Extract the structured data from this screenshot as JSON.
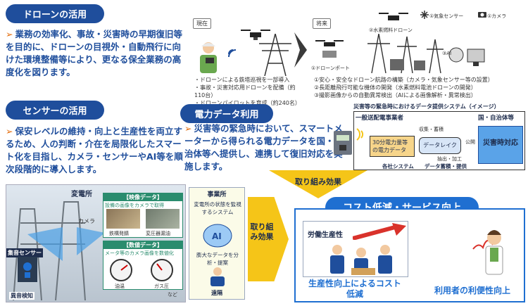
{
  "drone": {
    "heading": "ドローンの活用",
    "text": "業務の効率化、事故・災害時の早期復旧等を目的に、ドローンの目視外・自動飛行に向けた環境整備等により、更なる保全業務の高度化を図ります。",
    "now_label": "現在",
    "future_label": "将来",
    "now_items": [
      "・ドローンによる鉄塔巡視を一部導入",
      "・事故・災害対応用ドローンを配備（約110台）",
      "・ドローンパイロットを育成（約240名）"
    ],
    "future_items": [
      "①安心・安全なドローン航路の構築（カメラ・気象センサー等の設置）",
      "②長距離飛行可能な機体の開発（水素燃料電池ドローンの開発）",
      "③撮影画像からの自動異常検出（AIによる画像解析・異常検出）"
    ],
    "labels": {
      "hydrogen": "②水素燃料ドローン",
      "weather": "①気象センサー",
      "camera": "①カメラ",
      "port": "①ドローンポート",
      "ai": "③AI"
    }
  },
  "sensor": {
    "heading": "センサーの活用",
    "text": "保安レベルの維持・向上と生産性を両立するため、人の判断・介在を局限化したスマート化を目指し、カメラ・センサーやAI等を順次段階的に導入します。",
    "substation_label": "変電所",
    "camera_label": "カメラ",
    "sensor_label": "集音センサー",
    "anomaly_label": "異音検知",
    "video_heading": "【映像データ】",
    "video_sub": "設備の画像をカメラで取得",
    "video_items": [
      "鉄構発錆",
      "変圧器漏油"
    ],
    "numeric_heading": "【数値データ】",
    "numeric_sub": "メータ等のカメラ画像を数値化",
    "numeric_items": [
      "油温",
      "ガス圧"
    ],
    "etc": "など",
    "office_label": "事業所",
    "office_text": "変電所の状態を監視するシステム",
    "ai_text": "膨大なデータを分析・提案",
    "remote_label": "遠隔"
  },
  "power": {
    "heading": "電力データ利用",
    "text": "災害等の緊急時において、スマートメーターから得られる電力データを国・自治体等へ提供し、連携して復旧対応を実施します。",
    "system_title": "災害等の緊急時におけるデータ提供システム（イメージ）",
    "utility_label": "一般送配電事業者",
    "gov_label": "国・自治体等",
    "data_box": "30分電力量等の電力データ",
    "collect_label": "収集・蓄積",
    "lake_label": "データレイク",
    "extract_label": "抽出・加工",
    "public_label": "公開",
    "response_label": "災害時対応",
    "system_label": "各社システム",
    "provide_label": "データ蓄積・提供"
  },
  "effects": {
    "effect_label": "取り組み効果",
    "effect_label2": "取り組み効果",
    "cost_heading": "コスト低減・サービス向上",
    "productivity_label": "労働生産性",
    "left_result": "生産性向上によるコスト低減",
    "right_result": "利用者の利便性向上"
  },
  "colors": {
    "navy": "#1f4e9c",
    "orange": "#e36c0a",
    "yellow": "#f5c518",
    "teal": "#2a8c6e"
  }
}
